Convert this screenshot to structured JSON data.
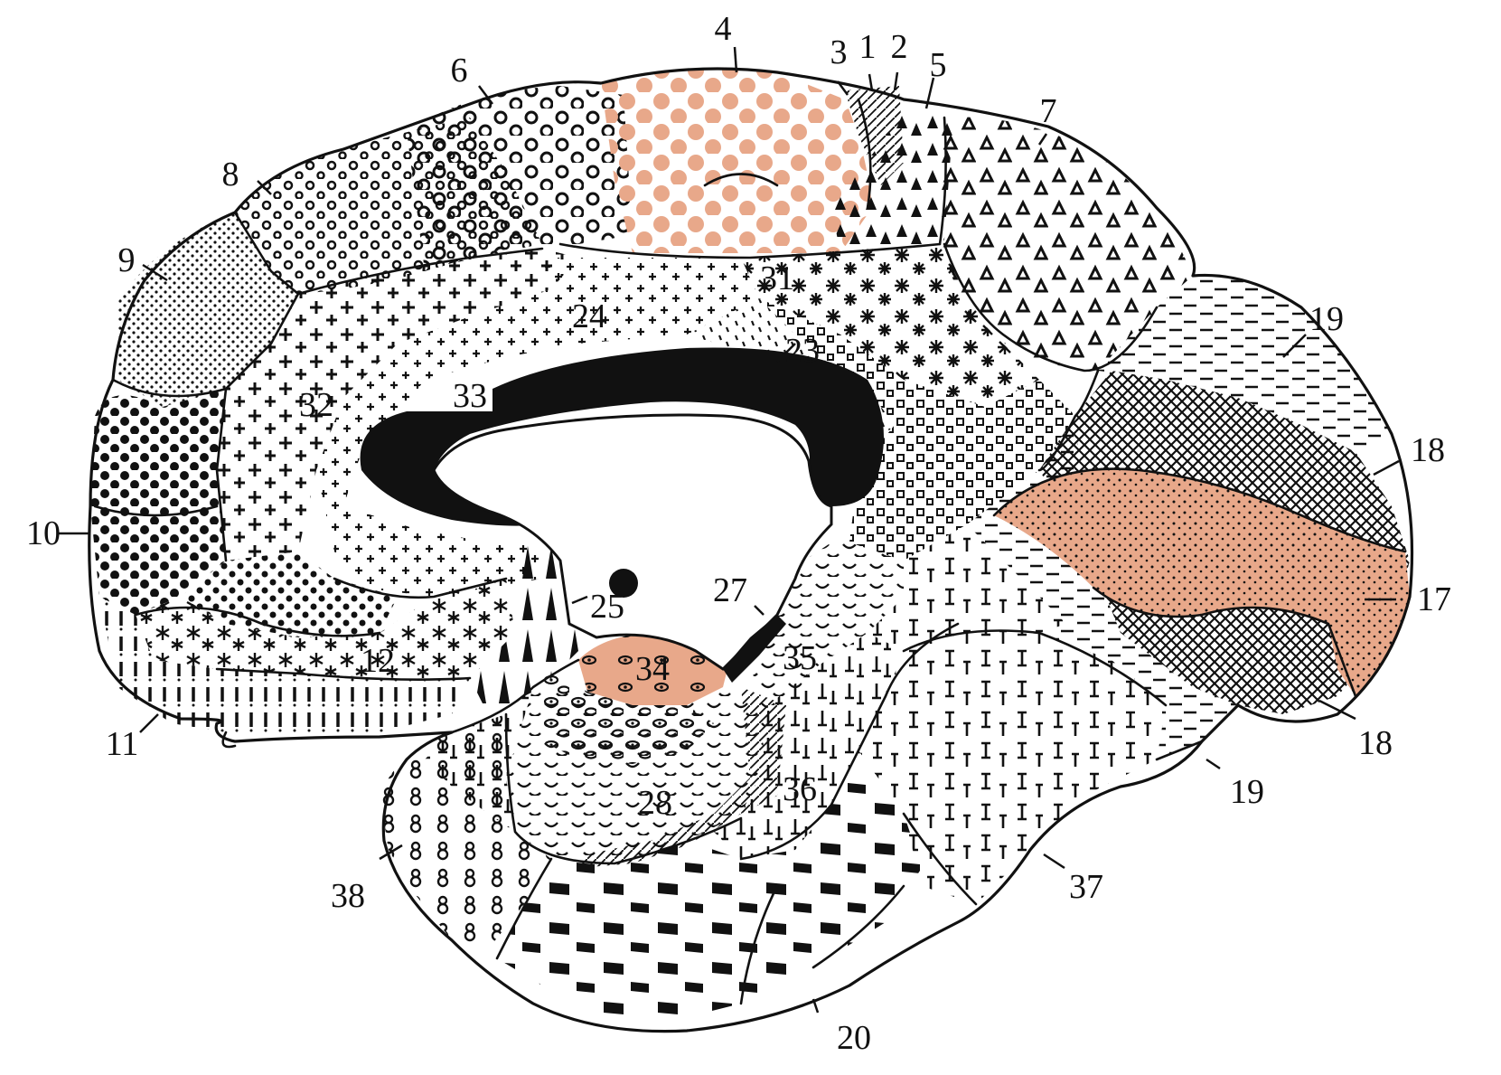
{
  "figure": {
    "colors": {
      "ink": "#111111",
      "highlight": "#e8a88a",
      "background": "#ffffff"
    },
    "labels": [
      {
        "id": "a4",
        "text": "4"
      },
      {
        "id": "a3",
        "text": "3"
      },
      {
        "id": "a1",
        "text": "1"
      },
      {
        "id": "a2",
        "text": "2"
      },
      {
        "id": "a5",
        "text": "5"
      },
      {
        "id": "a6",
        "text": "6"
      },
      {
        "id": "a7",
        "text": "7"
      },
      {
        "id": "a8",
        "text": "8"
      },
      {
        "id": "a9",
        "text": "9"
      },
      {
        "id": "a10",
        "text": "10"
      },
      {
        "id": "a11",
        "text": "11"
      },
      {
        "id": "a12",
        "text": "12"
      },
      {
        "id": "a17",
        "text": "17"
      },
      {
        "id": "a18a",
        "text": "18"
      },
      {
        "id": "a18b",
        "text": "18"
      },
      {
        "id": "a19a",
        "text": "19"
      },
      {
        "id": "a19b",
        "text": "19"
      },
      {
        "id": "a20",
        "text": "20"
      },
      {
        "id": "a23",
        "text": "23"
      },
      {
        "id": "a24",
        "text": "24"
      },
      {
        "id": "a25",
        "text": "25"
      },
      {
        "id": "a27",
        "text": "27"
      },
      {
        "id": "a28",
        "text": "28"
      },
      {
        "id": "a31",
        "text": "31"
      },
      {
        "id": "a32",
        "text": "32"
      },
      {
        "id": "a33",
        "text": "33"
      },
      {
        "id": "a34",
        "text": "34"
      },
      {
        "id": "a35",
        "text": "35"
      },
      {
        "id": "a36",
        "text": "36"
      },
      {
        "id": "a37",
        "text": "37"
      },
      {
        "id": "a38",
        "text": "38"
      }
    ],
    "highlighted_areas": [
      "4",
      "17",
      "34"
    ]
  }
}
